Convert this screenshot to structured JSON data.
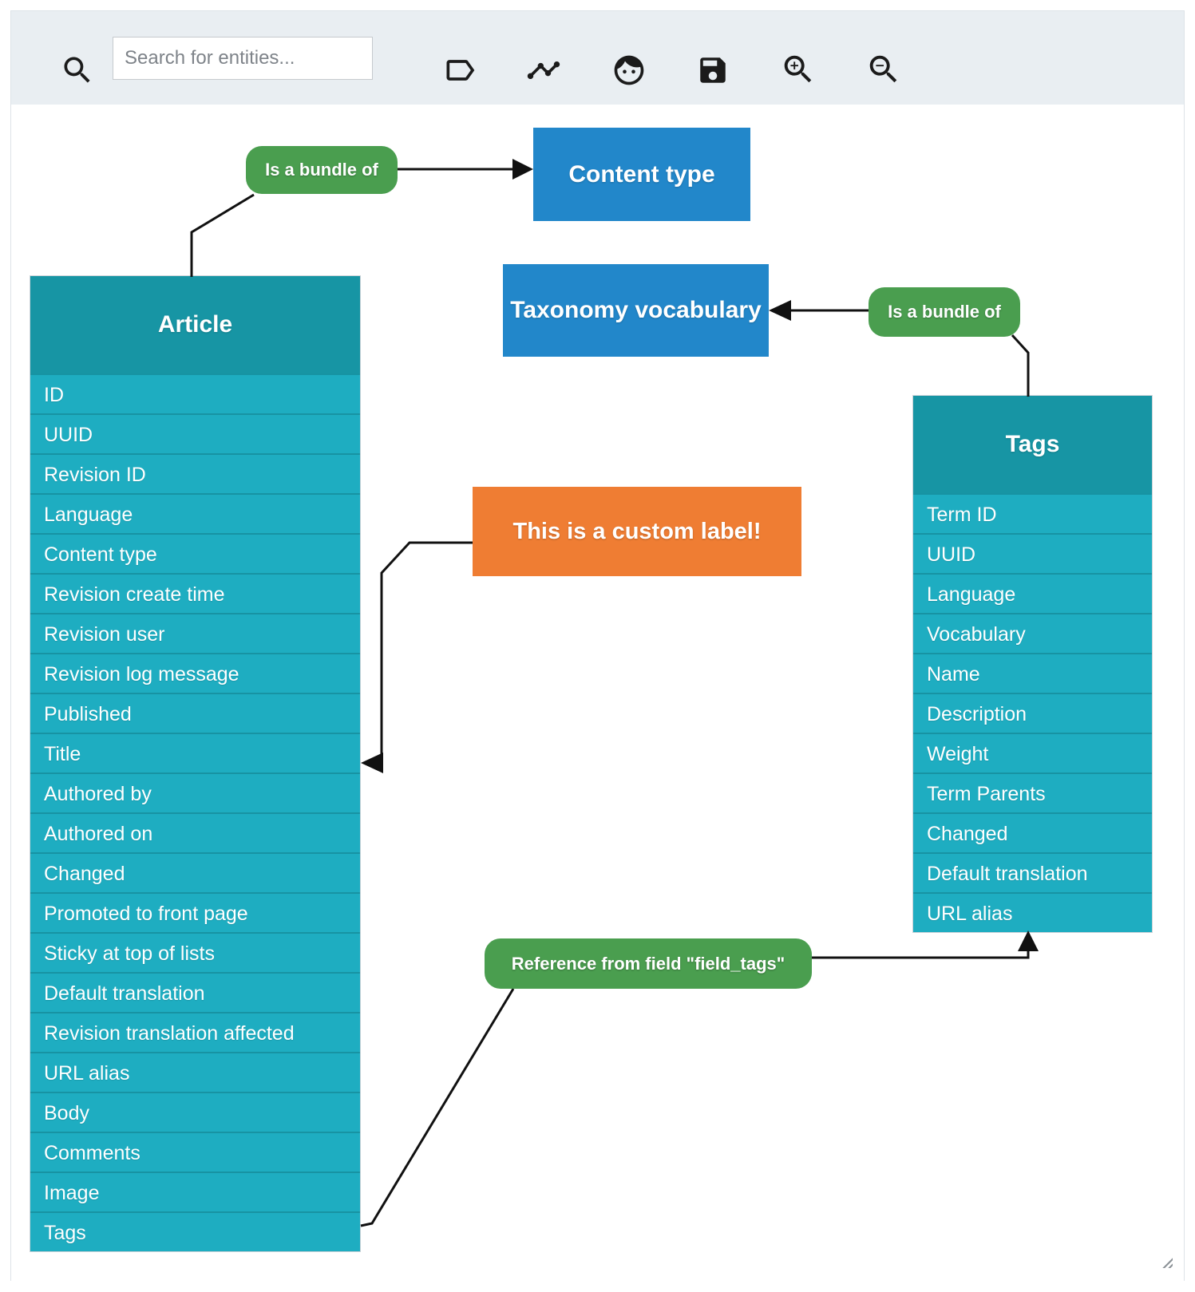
{
  "toolbar": {
    "search": {
      "placeholder": "Search for entities..."
    },
    "icons": {
      "search": "magnifier",
      "label_tool": "tag-label-outline",
      "timeline_tool": "zigzag-polyline",
      "face_tool": "smiley-face",
      "save_tool": "floppy-disk",
      "zoom_in": "magnifier-plus",
      "zoom_out": "magnifier-minus"
    }
  },
  "diagram": {
    "entities": {
      "content_type": {
        "title": "Content type"
      },
      "taxonomy_vocabulary": {
        "title": "Taxonomy vocabulary"
      },
      "article": {
        "title": "Article",
        "fields": [
          "ID",
          "UUID",
          "Revision ID",
          "Language",
          "Content type",
          "Revision create time",
          "Revision user",
          "Revision log message",
          "Published",
          "Title",
          "Authored by",
          "Authored on",
          "Changed",
          "Promoted to front page",
          "Sticky at top of lists",
          "Default translation",
          "Revision translation affected",
          "URL alias",
          "Body",
          "Comments",
          "Image",
          "Tags"
        ]
      },
      "tags": {
        "title": "Tags",
        "fields": [
          "Term ID",
          "UUID",
          "Language",
          "Vocabulary",
          "Name",
          "Description",
          "Weight",
          "Term Parents",
          "Changed",
          "Default translation",
          "URL alias"
        ]
      }
    },
    "labels": {
      "bundle_article": "Is a bundle of",
      "bundle_tags": "Is a bundle of",
      "custom": "This is a custom label!",
      "reference": "Reference from field \"field_tags\""
    },
    "colors": {
      "toolbar_bg": "#e9eef2",
      "entity_header": "#1795a4",
      "entity_row": "#1eadc1",
      "bundle_box": "#2287ca",
      "relation_label": "#4a9e4f",
      "custom_label": "#ef7d33",
      "connector": "#111111"
    }
  }
}
